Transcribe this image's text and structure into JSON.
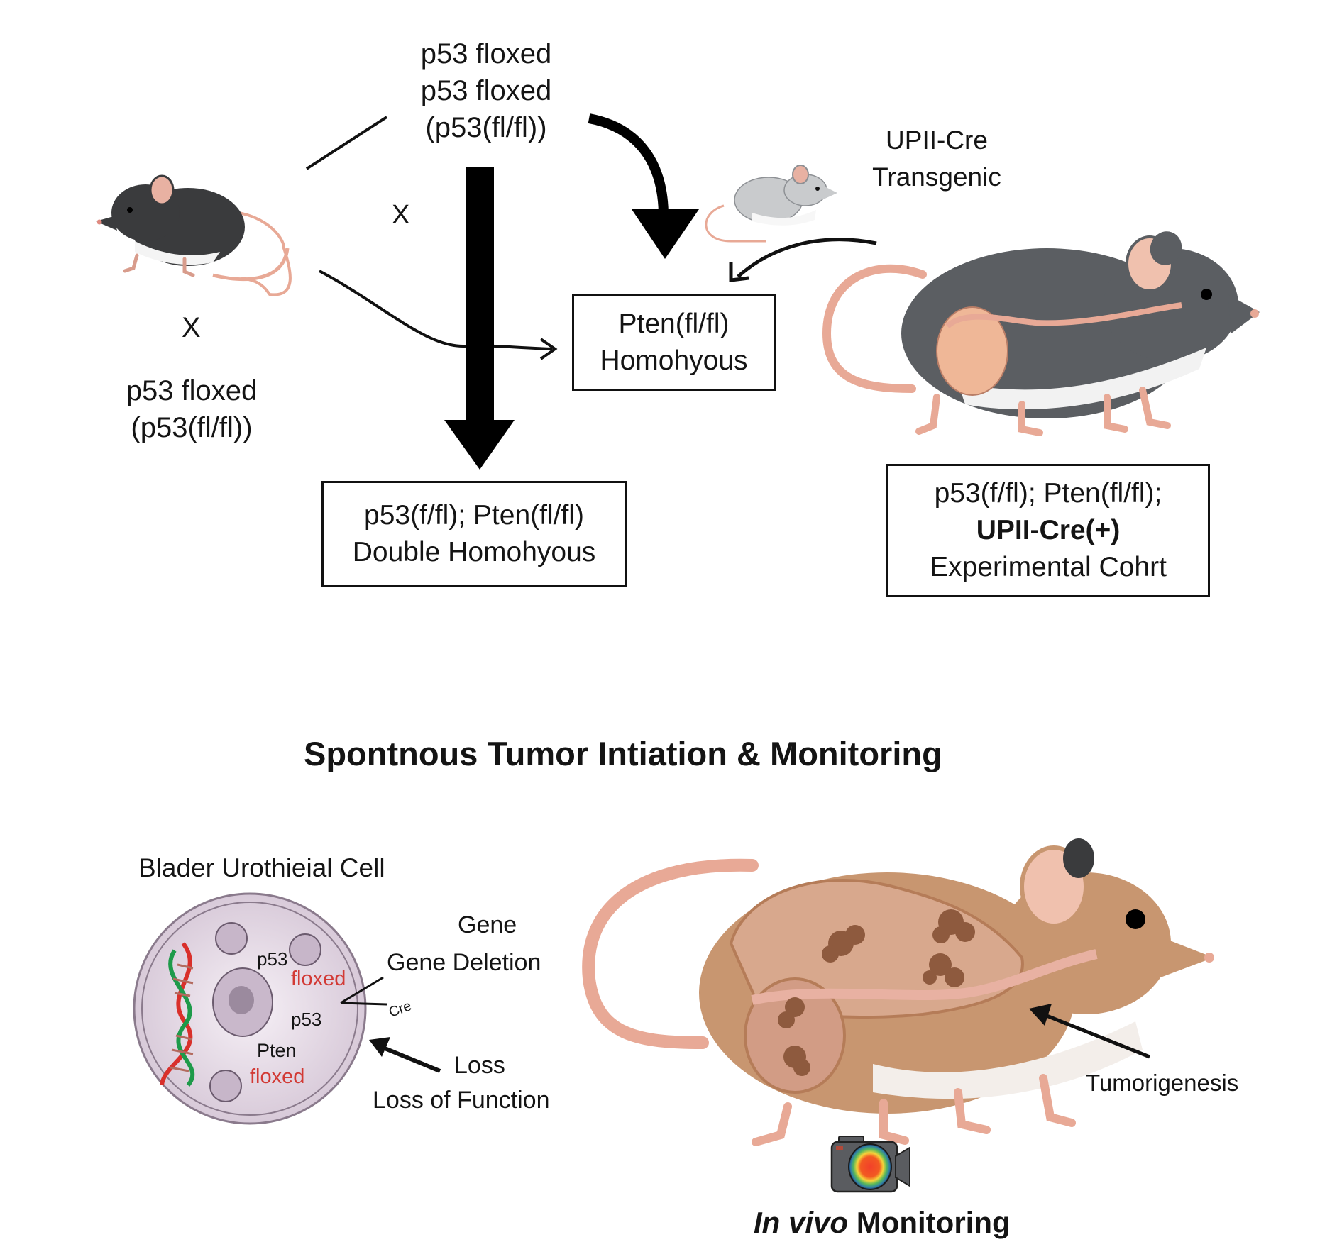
{
  "top_section": {
    "left_mouse_label": [
      "p53 floxed",
      "(p53(fl/fl))"
    ],
    "top_center_label": [
      "p53 floxed",
      "p53 floxed",
      "(p53(fl/fl))"
    ],
    "cross_symbol_left": "X",
    "cross_symbol_center": "X",
    "transgenic_label": [
      "UPII-Cre",
      "Transgenic"
    ],
    "pten_box": [
      "Pten(fl/fl)",
      "Homohyous"
    ],
    "double_box": [
      "p53(f/fl); Pten(fl/fl)",
      "Double Homohyous"
    ],
    "cohort_box": {
      "line1": "p53(f/fl); Pten(fl/fl);",
      "line2": "UPII-Cre(+)",
      "line3": "Experimental Cohrt"
    }
  },
  "bottom_section": {
    "title": "Spontnous Tumor Intiation & Monitoring",
    "cell_title": "Blader Urothieial Cell",
    "cell_labels": {
      "p53_top": "p53",
      "floxed_top": "floxed",
      "p53_mid": "p53",
      "pten": "Pten",
      "floxed_bottom": "floxed",
      "cre_fragment": "Cre"
    },
    "gene_label": "Gene",
    "gene_deletion_label": "Gene Deletion",
    "loss_label": "Loss",
    "loss_of_function_label": "Loss of Function",
    "tumorigenesis_label": "Tumorigenesis",
    "monitoring_label_italic": "In vivo",
    "monitoring_label": " Monitoring"
  },
  "colors": {
    "floxed_red": "#d23a35",
    "black_mouse": "#3a3b3d",
    "gray_mouse": "#c9cbcd",
    "dark_gray_mouse": "#5b5e62",
    "pink": "#e8a996",
    "brown_mouse": "#c89670",
    "cell_fill": "#e6dbe6",
    "camera_body": "#5a5c60"
  }
}
